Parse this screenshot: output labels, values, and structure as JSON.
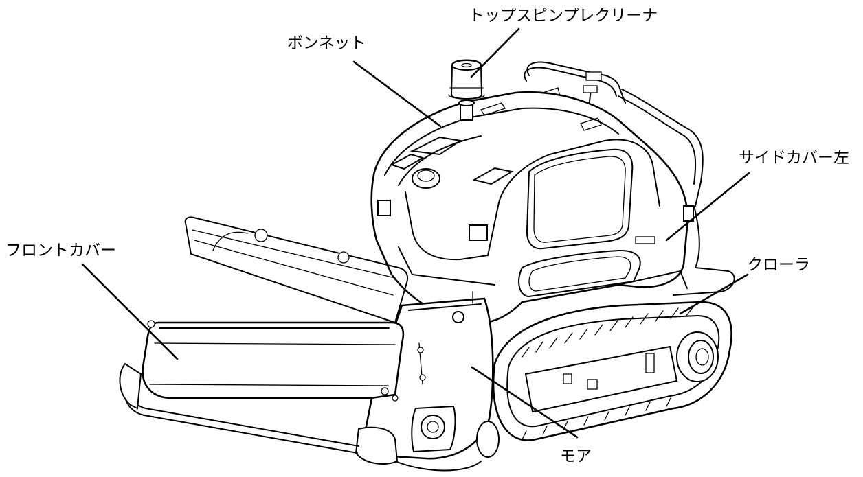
{
  "labels": {
    "air_cleaner": "トップスピンプレクリーナ",
    "bonnet": "ボンネット",
    "side_cover_left": "サイドカバー左",
    "front_cover": "フロントカバー",
    "crawler": "クローラ",
    "mower": "モア"
  },
  "colors": {
    "line": "#000000",
    "background": "#ffffff"
  }
}
